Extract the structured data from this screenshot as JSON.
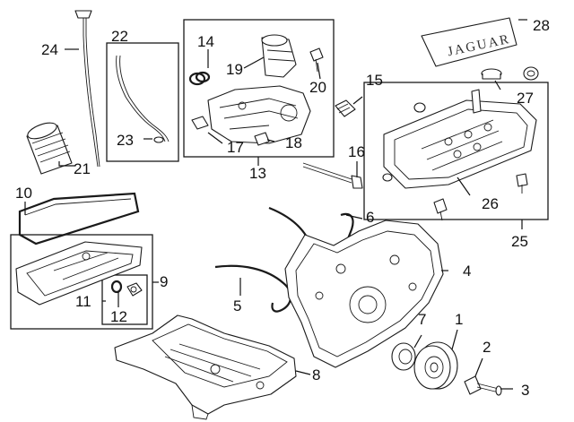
{
  "diagram": {
    "callouts": [
      {
        "id": "1",
        "label": "1"
      },
      {
        "id": "2",
        "label": "2"
      },
      {
        "id": "3",
        "label": "3"
      },
      {
        "id": "4",
        "label": "4"
      },
      {
        "id": "5",
        "label": "5"
      },
      {
        "id": "6",
        "label": "6"
      },
      {
        "id": "7",
        "label": "7"
      },
      {
        "id": "8",
        "label": "8"
      },
      {
        "id": "9",
        "label": "9"
      },
      {
        "id": "10",
        "label": "10"
      },
      {
        "id": "11",
        "label": "11"
      },
      {
        "id": "12",
        "label": "12"
      },
      {
        "id": "13",
        "label": "13"
      },
      {
        "id": "14",
        "label": "14"
      },
      {
        "id": "15",
        "label": "15"
      },
      {
        "id": "16",
        "label": "16"
      },
      {
        "id": "17",
        "label": "17"
      },
      {
        "id": "18",
        "label": "18"
      },
      {
        "id": "19",
        "label": "19"
      },
      {
        "id": "20",
        "label": "20"
      },
      {
        "id": "21",
        "label": "21"
      },
      {
        "id": "22",
        "label": "22"
      },
      {
        "id": "23",
        "label": "23"
      },
      {
        "id": "24",
        "label": "24"
      },
      {
        "id": "25",
        "label": "25"
      },
      {
        "id": "26",
        "label": "26"
      },
      {
        "id": "27",
        "label": "27"
      },
      {
        "id": "28",
        "label": "28"
      }
    ],
    "engine_cover_logo": "JAGUAR"
  }
}
